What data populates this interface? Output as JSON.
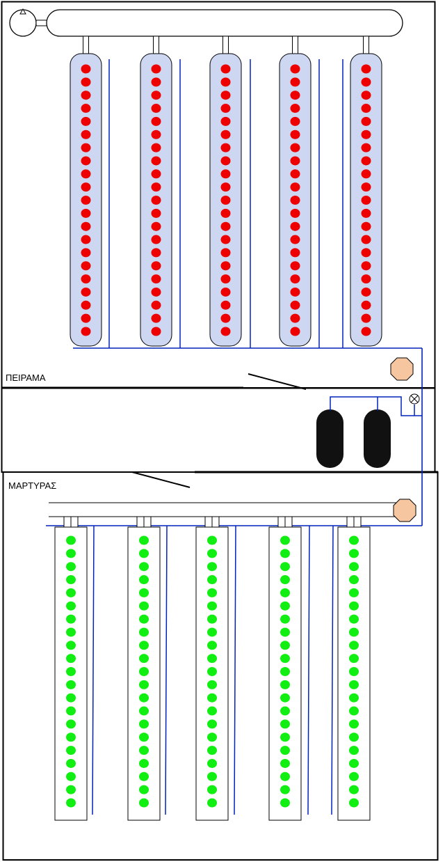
{
  "labels": {
    "experiment": "ΠΕΙΡΑΜΑ",
    "control": "ΜΑΡΤΥΡΑΣ"
  },
  "colors": {
    "experiment_dot": "#ee0000",
    "control_dot": "#11ee11",
    "experiment_bed": "#cdd7f2",
    "irrigation_line": "#0022bb",
    "valve": "#f5c6a0",
    "tank": "#111111"
  },
  "experiment_section": {
    "beds": [
      {
        "plants": 21
      },
      {
        "plants": 21
      },
      {
        "plants": 21
      },
      {
        "plants": 21
      },
      {
        "plants": 21
      }
    ]
  },
  "control_section": {
    "beds": [
      {
        "plants": 21
      },
      {
        "plants": 21
      },
      {
        "plants": 21
      },
      {
        "plants": 21
      },
      {
        "plants": 21
      }
    ]
  },
  "tanks": [
    {
      "name": "tank-1"
    },
    {
      "name": "tank-2"
    }
  ],
  "icons": [
    "pump-icon",
    "valve-icon",
    "meter-icon"
  ]
}
